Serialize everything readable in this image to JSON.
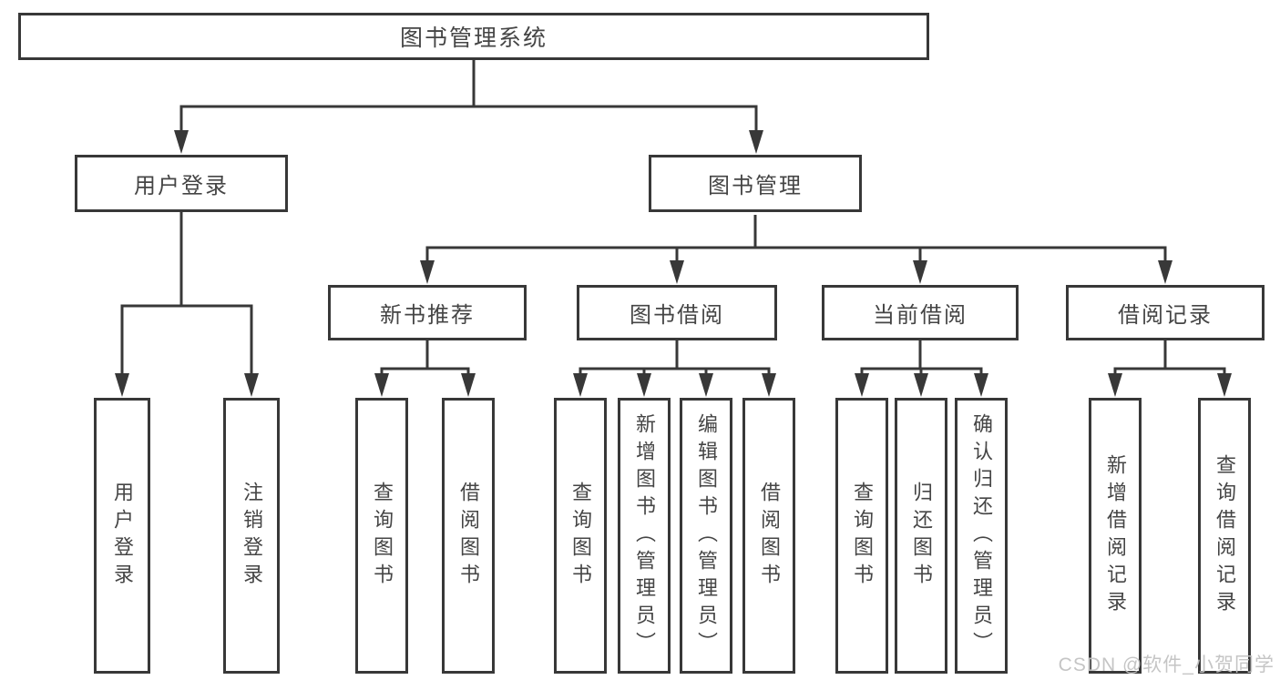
{
  "diagram": {
    "root": "图书管理系统",
    "level2": {
      "user_login": "用户登录",
      "book_management": "图书管理"
    },
    "level3": {
      "new_book_recommend": "新书推荐",
      "book_borrowing": "图书借阅",
      "current_borrowing": "当前借阅",
      "borrowing_records": "借阅记录"
    },
    "leaves": {
      "user_login": "用户登录",
      "logout": "注销登录",
      "recommend_query_books": "查询图书",
      "recommend_borrow_books": "借阅图书",
      "borrowing_query_books": "查询图书",
      "borrowing_add_books": "新增图书（管理员）",
      "borrowing_edit_books": "编辑图书（管理员）",
      "borrowing_borrow_books": "借阅图书",
      "current_query_books": "查询图书",
      "current_return_books": "归还图书",
      "current_confirm_return": "确认归还（管理员）",
      "records_add_record": "新增借阅记录",
      "records_query_record": "查询借阅记录"
    }
  },
  "watermark": "CSDN @软件_小贺同学",
  "colors": {
    "line": "#383838",
    "text": "#454545",
    "watermark": "#c2c2c2",
    "background": "#ffffff"
  }
}
